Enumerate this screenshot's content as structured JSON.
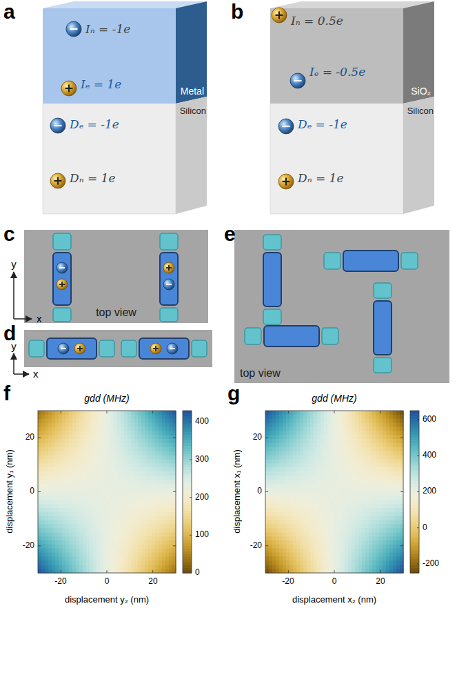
{
  "diagram": {
    "nodes": [
      {
        "text": [
          "Metal"
        ]
      },
      {
        "text": [
          "Silicon"
        ]
      },
      {
        "text": [
          "SiO₂"
        ]
      },
      {
        "text": [
          "Silicon"
        ]
      },
      {
        "text": [
          "top view"
        ]
      },
      {
        "text": [
          "top view"
        ]
      }
    ],
    "labels": [
      "a",
      "b",
      "c",
      "d",
      "e",
      "f",
      "g",
      "Iₙ = -1e",
      "Iₑ = 1e",
      "Dₑ = -1e",
      "Dₙ = 1e",
      "Iₙ = 0.5e",
      "Iₑ = -0.5e",
      "Dₑ = -1e",
      "Dₙ = 1e",
      "y",
      "x",
      "y",
      "x",
      "gdd (MHz)",
      "displacement y₁ (nm)",
      "displacement y₂ (nm)",
      "20",
      "0",
      "-20",
      "-20",
      "0",
      "20",
      "400",
      "300",
      "200",
      "100",
      "0",
      "gdd (MHz)",
      "displacement x₁ (nm)",
      "displacement x₂ (nm)",
      "20",
      "0",
      "-20",
      "-20",
      "0",
      "20",
      "600",
      "400",
      "200",
      "0",
      "-200"
    ]
  }
}
